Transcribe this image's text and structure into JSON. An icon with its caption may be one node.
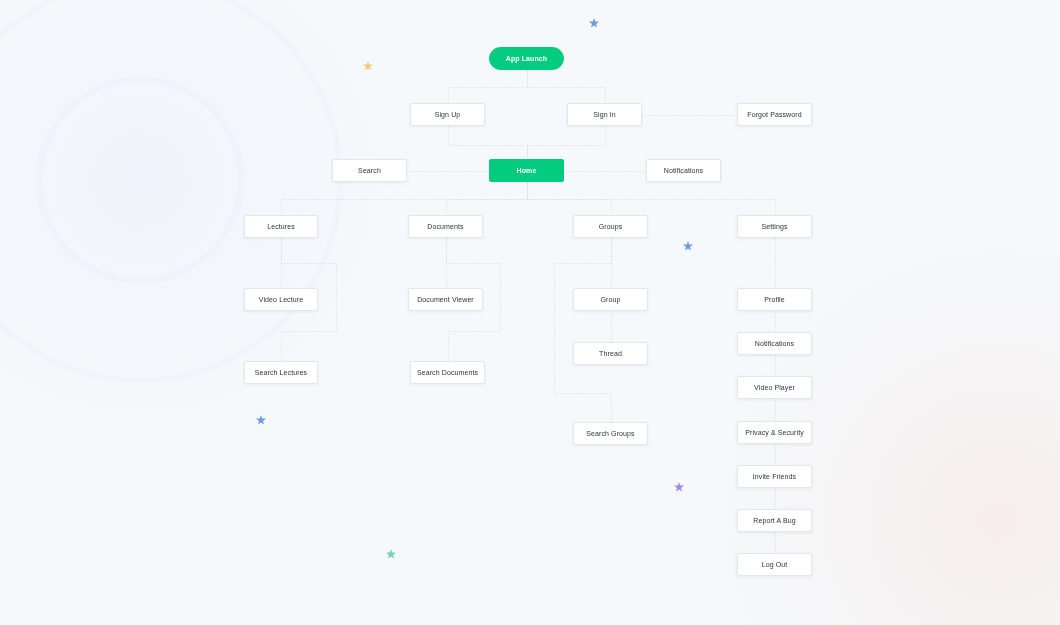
{
  "diagram": {
    "nodes": [
      {
        "text": [
          "App Launch"
        ]
      },
      {
        "text": [
          "Sign Up"
        ]
      },
      {
        "text": [
          "Sign In"
        ]
      },
      {
        "text": [
          "Forgot Password"
        ]
      },
      {
        "text": [
          "Search"
        ]
      },
      {
        "text": [
          "Home"
        ]
      },
      {
        "text": [
          "Notifications"
        ]
      },
      {
        "text": [
          "Lectures"
        ]
      },
      {
        "text": [
          "Documents"
        ]
      },
      {
        "text": [
          "Groups"
        ]
      },
      {
        "text": [
          "Settings"
        ]
      },
      {
        "text": [
          "Video Lecture"
        ]
      },
      {
        "text": [
          "Search Lectures"
        ]
      },
      {
        "text": [
          "Document Viewer"
        ]
      },
      {
        "text": [
          "Search Documents"
        ]
      },
      {
        "text": [
          "Group"
        ]
      },
      {
        "text": [
          "Thread"
        ]
      },
      {
        "text": [
          "Search Groups"
        ]
      },
      {
        "text": [
          "Profile"
        ]
      },
      {
        "text": [
          "Notifications"
        ]
      },
      {
        "text": [
          "Video Player"
        ]
      },
      {
        "text": [
          "Privacy & Security"
        ]
      },
      {
        "text": [
          "Invite Friends"
        ]
      },
      {
        "text": [
          "Report A Bug"
        ]
      },
      {
        "text": [
          "Log Out"
        ]
      }
    ],
    "edges": [
      {
        "from": 0,
        "to": 1,
        "arrow": "none"
      },
      {
        "from": 0,
        "to": 2,
        "arrow": "none"
      },
      {
        "from": 2,
        "to": 3,
        "arrow": "none"
      },
      {
        "from": 1,
        "to": 5,
        "arrow": "none"
      },
      {
        "from": 2,
        "to": 5,
        "arrow": "none"
      },
      {
        "from": 5,
        "to": 4,
        "arrow": "none"
      },
      {
        "from": 5,
        "to": 6,
        "arrow": "none"
      },
      {
        "from": 5,
        "to": 7,
        "arrow": "none"
      },
      {
        "from": 5,
        "to": 8,
        "arrow": "none"
      },
      {
        "from": 5,
        "to": 9,
        "arrow": "none"
      },
      {
        "from": 5,
        "to": 10,
        "arrow": "none"
      },
      {
        "from": 7,
        "to": 11,
        "arrow": "none"
      },
      {
        "from": 7,
        "to": 12,
        "arrow": "none"
      },
      {
        "from": 8,
        "to": 13,
        "arrow": "none"
      },
      {
        "from": 8,
        "to": 14,
        "arrow": "none"
      },
      {
        "from": 9,
        "to": 15,
        "arrow": "none"
      },
      {
        "from": 15,
        "to": 16,
        "arrow": "none"
      },
      {
        "from": 9,
        "to": 17,
        "arrow": "none"
      },
      {
        "from": 10,
        "to": 18,
        "arrow": "none"
      },
      {
        "from": 18,
        "to": 19,
        "arrow": "none"
      },
      {
        "from": 19,
        "to": 20,
        "arrow": "none"
      },
      {
        "from": 20,
        "to": 21,
        "arrow": "none"
      },
      {
        "from": 21,
        "to": 22,
        "arrow": "none"
      },
      {
        "from": 22,
        "to": 23,
        "arrow": "none"
      },
      {
        "from": 23,
        "to": 24,
        "arrow": "none"
      }
    ]
  }
}
